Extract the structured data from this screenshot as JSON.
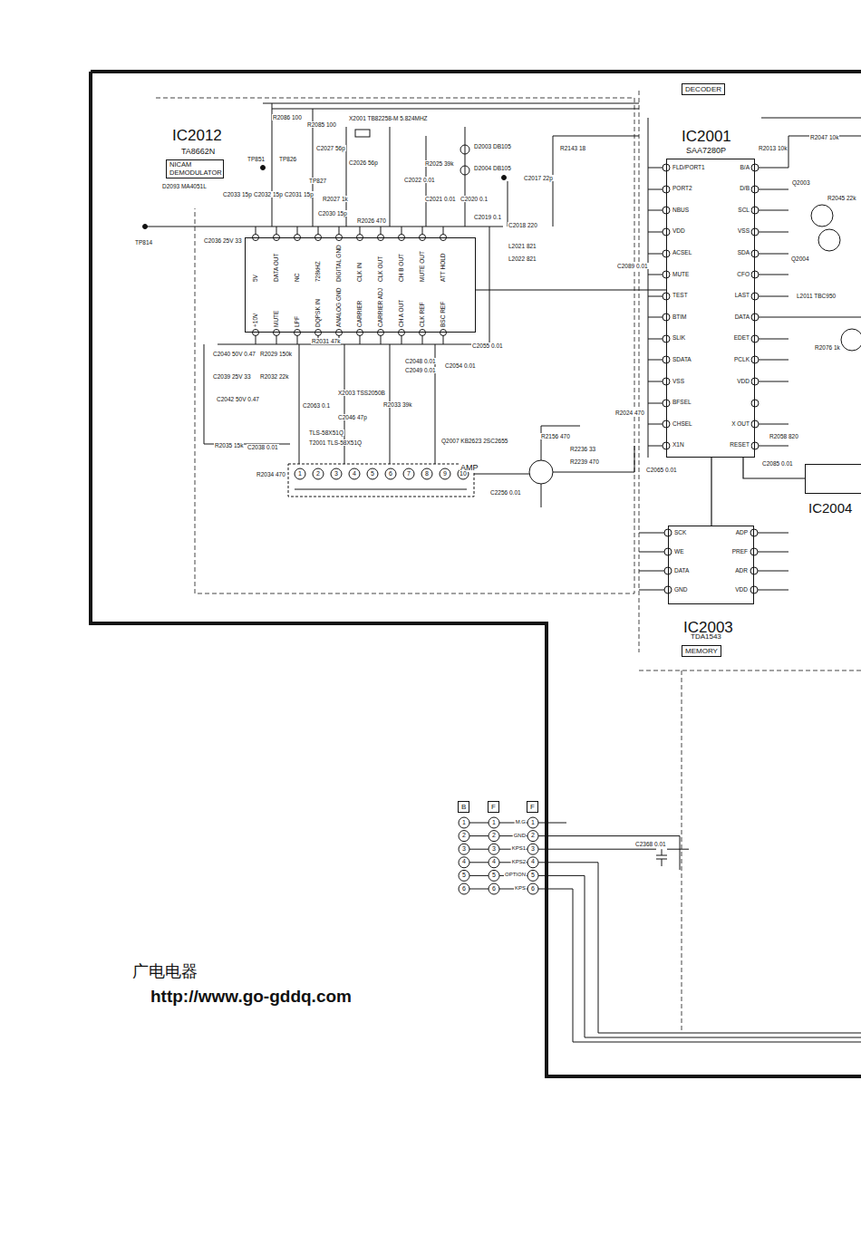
{
  "diagram": {
    "nodes": [
      {
        "text": [
          "IC2012",
          "TA8662N"
        ]
      },
      {
        "text": [
          "NICAM DEMODULATOR"
        ]
      },
      {
        "text": [
          "DECODER"
        ]
      },
      {
        "text": [
          "IC2001",
          "SAA7280P"
        ]
      },
      {
        "text": [
          "IC2003",
          "TDA1543"
        ]
      },
      {
        "text": [
          "MEMORY"
        ]
      },
      {
        "text": [
          "IC2004"
        ]
      },
      {
        "text": [
          "B"
        ]
      },
      {
        "text": [
          "F"
        ]
      },
      {
        "text": [
          "F"
        ]
      }
    ],
    "edges": [
      {
        "from": 0,
        "to": 3,
        "arrow": "none"
      },
      {
        "from": 3,
        "to": 4,
        "arrow": "none"
      },
      {
        "from": 3,
        "to": 6,
        "arrow": "none"
      }
    ],
    "labels": [
      "FLD/PORT1",
      "PORT2",
      "NBUS",
      "VDD",
      "ACSEL",
      "MUTE",
      "TEST",
      "BTIM",
      "SLIK",
      "SDATA",
      "VSS",
      "BFSEL",
      "CHSEL",
      "X1N",
      "B/A",
      "D/B",
      "SCL",
      "VSS",
      "SDA",
      "CFO",
      "LAST",
      "DATA",
      "EDET",
      "PCLK",
      "VDD",
      "X OUT",
      "RESET",
      "SCK",
      "WE",
      "DATA",
      "GND",
      "ADP",
      "PREF",
      "ADR",
      "VDD",
      "5V",
      "DATA OUT",
      "NC",
      "728kHZ",
      "DIGITAL GND",
      "CLK IN",
      "CLK OUT",
      "CH B OUT",
      "MUTE OUT",
      "ATT HOLD",
      "+10V",
      "MUTE",
      "LPF",
      "DQPSK IN",
      "ANALOG GND",
      "CARRIER",
      "CARRIER ADJ",
      "CH A OUT",
      "CLK REF",
      "BSC REF",
      "R2086 100",
      "R2085 100",
      "X2001 TB82258-M 5.824MHZ",
      "C2027 56p",
      "C2026 56p",
      "R2025 39k",
      "D2003 DB105",
      "D2004 DB105",
      "C2017 22p",
      "R2143 18",
      "TP851",
      "TP826",
      "TP827",
      "D2093 MA4051L",
      "C2033 15p",
      "C2032 15p",
      "C2031 15p",
      "C2030 15p",
      "R2027 1k",
      "C2022 0.01",
      "C2021 0.01",
      "C2020 0.1",
      "R2026 470",
      "C2019 0.1",
      "C2018 220",
      "L2021 821",
      "L2022 821",
      "TP814",
      "C2036 25V 33",
      "C2040 50V 0.47",
      "R2029 150k",
      "C2039 25V 33",
      "R2032 22k",
      "C2042 50V 0.47",
      "R2035 15k",
      "C2038 0.01",
      "R2031 47k",
      "C2063 0.1",
      "X2003 TSS2050B",
      "C2046 47p",
      "R2033 39k",
      "C2048 0.01",
      "C2049 0.01",
      "C2054 0.01",
      "C2055 0.01",
      "TLS-58X51Q",
      "T2001 TLS-58X51Q",
      "R2034 470",
      "Q2007 KB2623 2SC2655",
      "AMP",
      "R2156 470",
      "R2236 33",
      "C2256 0.01",
      "R2239 470",
      "R2024 470",
      "C2065 0.01",
      "C2085 0.01",
      "R2058 820",
      "C2089 0.01",
      "R2013 10k",
      "R2047 10k",
      "Q2003",
      "R2045 22k",
      "Q2004",
      "L2011 TBC950",
      "R2076 1k",
      "C2368 0.01",
      "1",
      "2",
      "3",
      "4",
      "5",
      "6",
      "7",
      "8",
      "9",
      "10",
      "1",
      "2",
      "3",
      "4",
      "5",
      "6",
      "1",
      "2",
      "3",
      "4",
      "5",
      "6",
      "1",
      "2",
      "3",
      "4",
      "5",
      "6",
      "M.G",
      "GND",
      "KPS1",
      "KPS2",
      "OPTION",
      "KPS",
      "广电电器",
      "http://www.go-gddq.com"
    ]
  }
}
